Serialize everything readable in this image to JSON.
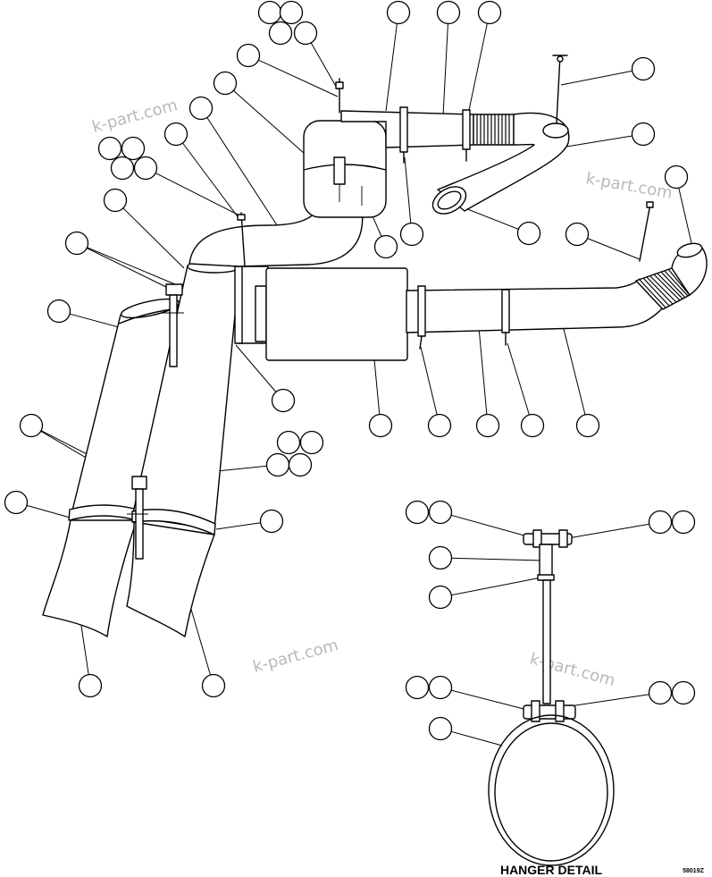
{
  "watermarks": [
    "k-part.com",
    "k-part.com",
    "k-part.com",
    "k-part.com"
  ],
  "hanger_detail_label": "HANGER DETAIL",
  "figure_code": "58019Z"
}
